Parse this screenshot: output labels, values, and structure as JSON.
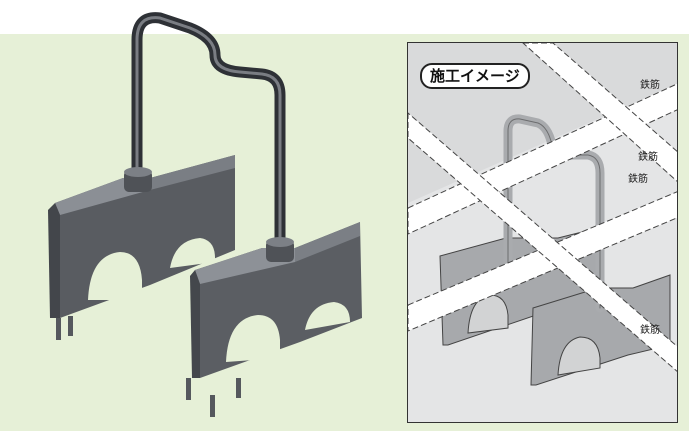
{
  "diagram": {
    "title": "施工イメージ",
    "rebar_labels": [
      "鉄筋",
      "鉄筋",
      "鉄筋",
      "鉄筋"
    ]
  },
  "colors": {
    "backdrop": "#e6f0d7",
    "spacer_body": "#5f6267",
    "diagram_part": "#a9abae"
  }
}
